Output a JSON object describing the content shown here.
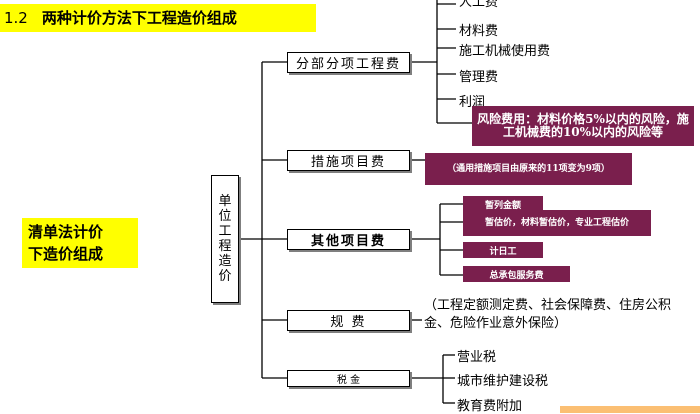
{
  "heading": {
    "number": "1.2",
    "text": "两种计价方法下工程造价组成"
  },
  "side_label": {
    "line1": "清单法计价",
    "line2": "下造价组成"
  },
  "root": {
    "label": "单位工程造价"
  },
  "branches": {
    "partial": {
      "label": "分部分项工程费",
      "items": [
        "人工费",
        "材料费",
        "施工机械使用费",
        "管理费",
        "利润"
      ],
      "risk_note": "风险费用：材料价格5%以内的风险，施工机械费的10%以内的风险等"
    },
    "measures": {
      "label": "措施项目费",
      "note": "（通用措施项目由原来的11项变为9项）"
    },
    "other": {
      "label": "其他项目费",
      "items": [
        "暂列金额",
        "暂估价，材料暂估价，专业工程估价",
        "计日工",
        "总承包服务费"
      ]
    },
    "fees": {
      "label": "规  费",
      "note": "（工程定额测定费、社会保障费、住房公积金、危险作业意外保险）"
    },
    "tax": {
      "label": "税  金",
      "items": [
        "营业税",
        "城市维护建设税",
        "教育费附加"
      ]
    }
  },
  "colors": {
    "highlight": "#ffff00",
    "purple": "#7a1f4d",
    "line": "#000000",
    "accent": "#fbbf73"
  }
}
